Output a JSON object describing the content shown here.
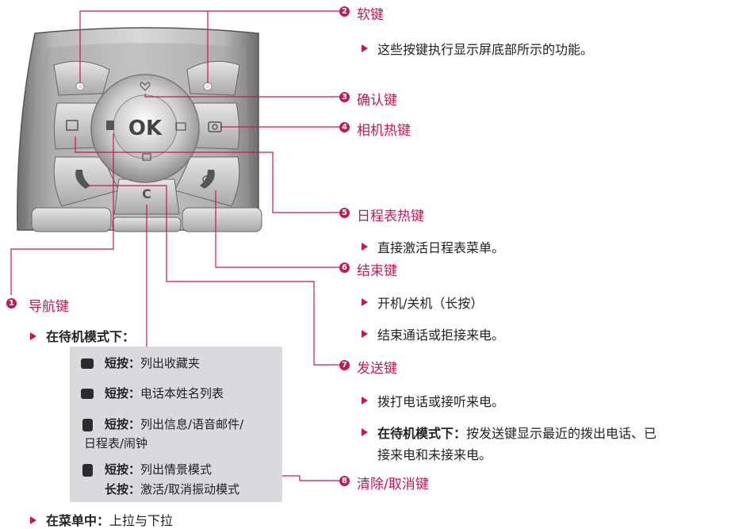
{
  "sections": {
    "s2": {
      "num": "2",
      "title": "软键",
      "b1": "这些按键执行显示屏底部所示的功能。"
    },
    "s3": {
      "num": "3",
      "title": "确认键"
    },
    "s4": {
      "num": "4",
      "title": "相机热键"
    },
    "s5": {
      "num": "5",
      "title": "日程表热键",
      "b1": "直接激活日程表菜单。"
    },
    "s6": {
      "num": "6",
      "title": "结束键",
      "b1": "开机/关机（长按）",
      "b2": "结束通话或拒接来电。"
    },
    "s7": {
      "num": "7",
      "title": "发送键",
      "b1": "拨打电话或接听来电。",
      "b2_bold": "在待机模式下：",
      "b2_rest": "按发送键显示最近的拨出电话、已",
      "b2_line2": "接来电和未接来电。"
    },
    "s8": {
      "num": "8",
      "title": "清除/取消键"
    },
    "s1": {
      "num": "1",
      "title": "导航键",
      "standby_head": "在待机模式下：",
      "rows": [
        {
          "icon": "nav-up-icon",
          "bold": "短按：",
          "text": "列出收藏夹"
        },
        {
          "icon": "nav-down-icon",
          "bold": "短按：",
          "text": "电话本姓名列表"
        },
        {
          "icon": "nav-right-icon",
          "bold": "短按：",
          "text": "列出信息/语音邮件/",
          "line2": "日程表/闹钟"
        },
        {
          "icon": "nav-left-icon",
          "bold": "短按：",
          "text": "列出情景模式",
          "bold2": "长按：",
          "text2": "激活/取消振动模式"
        }
      ],
      "menu_bold": "在菜单中：",
      "menu_rest": "上拉与下拉"
    }
  },
  "keypad": {
    "ok_label": "OK",
    "clear_label": "C"
  },
  "colors": {
    "accent": "#c2185b",
    "panel": "#d8dadd"
  }
}
